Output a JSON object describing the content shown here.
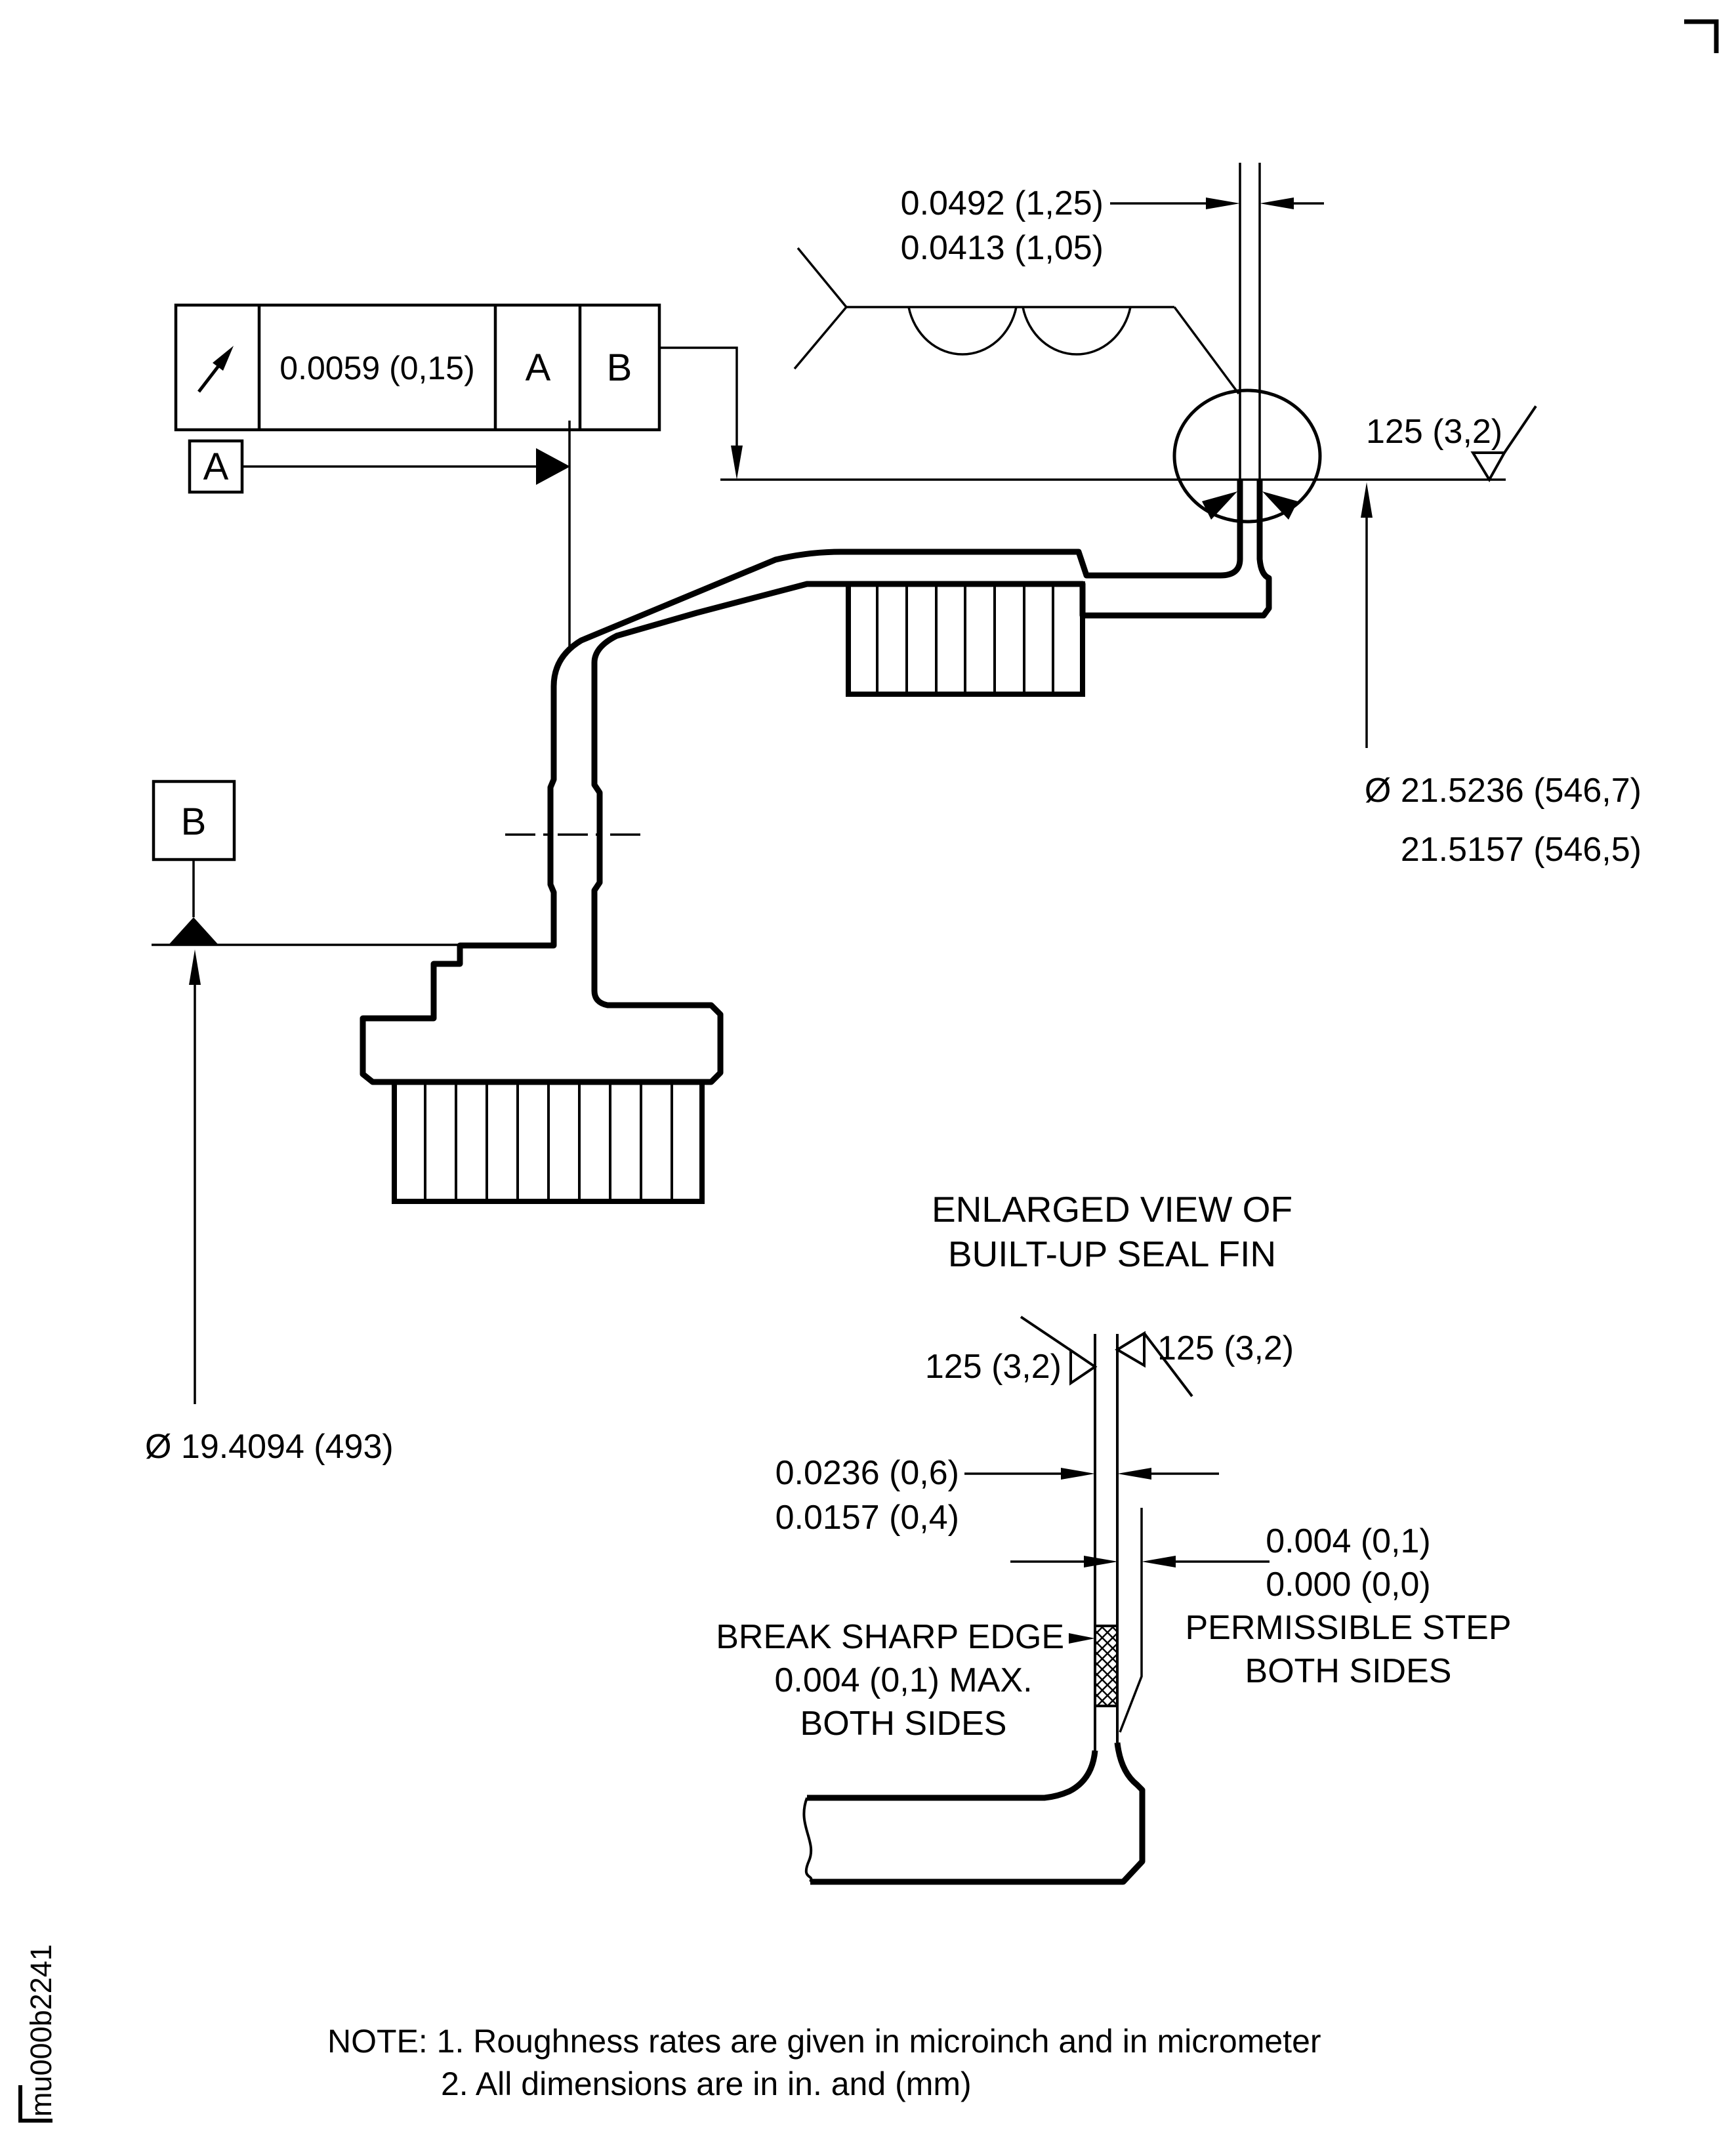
{
  "drawing": {
    "id_label": "mu000b2241",
    "fcf": {
      "symbol": "circular-runout",
      "tolerance": "0.0059 (0,15)",
      "datum_primary": "A",
      "datum_secondary": "B"
    },
    "datums": {
      "a": "A",
      "b": "B"
    },
    "dims": {
      "fin_width_max": "0.0492 (1,25)",
      "fin_width_min": "0.0413 (1,05)",
      "seal_od_line1": "Ø 21.5236 (546,7)",
      "seal_od_line2": "21.5157 (546,5)",
      "bore_dia": "Ø 19.4094 (493)",
      "roughness_main": "125 (3,2)"
    },
    "enlarged_view": {
      "title_line1": "ENLARGED VIEW OF",
      "title_line2": "BUILT-UP SEAL FIN",
      "roughness_left": "125 (3,2)",
      "roughness_right": "125 (3,2)",
      "fin_width_max": "0.0236 (0,6)",
      "fin_width_min": "0.0157 (0,4)",
      "step_max": "0.004 (0,1)",
      "step_min": "0.000 (0,0)",
      "step_note1": "PERMISSIBLE STEP",
      "step_note2": "BOTH SIDES",
      "break_line1": "BREAK SHARP EDGE",
      "break_line2": "0.004 (0,1) MAX.",
      "break_line3": "BOTH SIDES"
    },
    "notes": {
      "line1": "NOTE: 1. Roughness rates are given in microinch and in micrometer",
      "line2": "2. All dimensions are in in. and (mm)"
    },
    "colors": {
      "ink": "#000000",
      "paper": "#ffffff"
    }
  }
}
